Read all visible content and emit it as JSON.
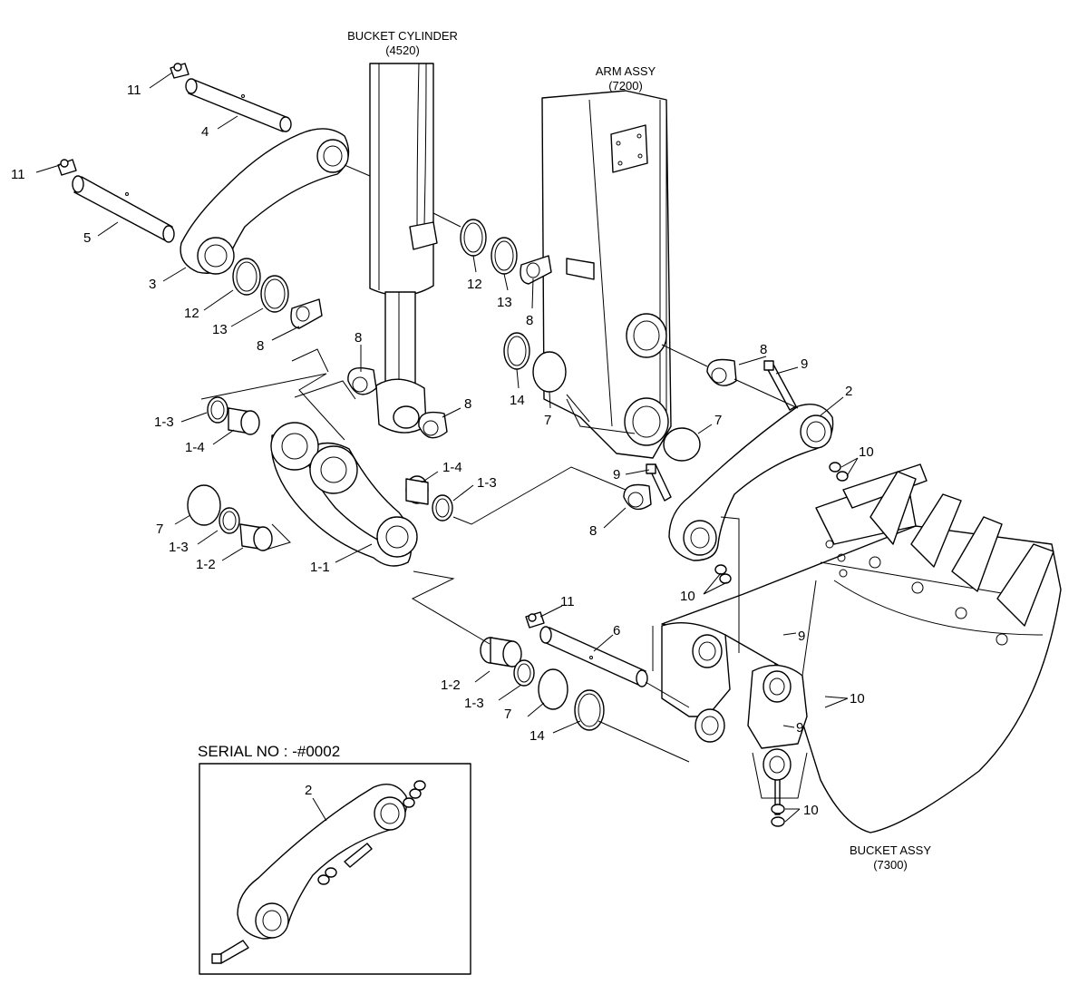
{
  "assemblies": {
    "bucket_cylinder": {
      "name": "BUCKET CYLINDER",
      "code": "(4520)"
    },
    "arm_assy": {
      "name": "ARM ASSY",
      "code": "(7200)"
    },
    "bucket_assy": {
      "name": "BUCKET ASSY",
      "code": "(7300)"
    }
  },
  "inset": {
    "title": "SERIAL NO : -#0002",
    "callout": "2"
  },
  "callouts": {
    "p1_1": "1-1",
    "p1_2": "1-2",
    "p1_3": "1-3",
    "p1_4": "1-4",
    "p2": "2",
    "p3": "3",
    "p4": "4",
    "p5": "5",
    "p6": "6",
    "p7": "7",
    "p8": "8",
    "p9": "9",
    "p10": "10",
    "p11": "11",
    "p12": "12",
    "p13": "13",
    "p14": "14"
  }
}
